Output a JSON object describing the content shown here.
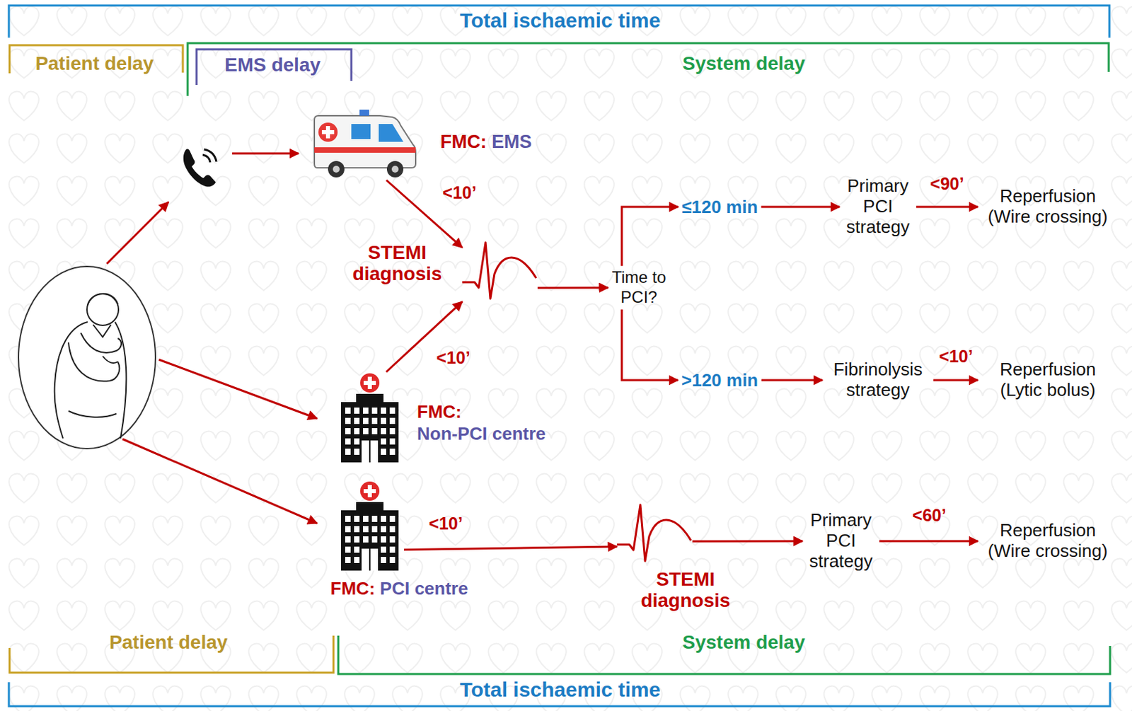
{
  "diagram": {
    "nodes": [
      {
        "text": [
          "FMC:",
          "EMS"
        ]
      },
      {
        "text": [
          "STEMI diagnosis"
        ]
      },
      {
        "text": [
          "FMC:",
          "Non-PCI centre"
        ]
      },
      {
        "text": [
          "Time to PCI?"
        ]
      },
      {
        "text": [
          "≤120 min"
        ]
      },
      {
        "text": [
          "Primary PCI strategy"
        ]
      },
      {
        "text": [
          "Reperfusion (Wire crossing)"
        ]
      },
      {
        "text": [
          ">120 min"
        ]
      },
      {
        "text": [
          "Fibrinolysis strategy"
        ]
      },
      {
        "text": [
          "Reperfusion (Lytic bolus)"
        ]
      },
      {
        "text": [
          "FMC:",
          "PCI centre"
        ]
      },
      {
        "text": [
          "STEMI diagnosis"
        ]
      },
      {
        "text": [
          "Primary PCI strategy"
        ]
      },
      {
        "text": [
          "Reperfusion (Wire crossing)"
        ]
      }
    ],
    "edges": [
      {
        "from": 0,
        "to": 1,
        "label": "<10’",
        "arrow": "to"
      },
      {
        "from": 2,
        "to": 1,
        "label": "<10’",
        "arrow": "to"
      },
      {
        "from": 1,
        "to": 3,
        "arrow": "to"
      },
      {
        "from": 3,
        "to": 4,
        "arrow": "to"
      },
      {
        "from": 4,
        "to": 5,
        "arrow": "to"
      },
      {
        "from": 5,
        "to": 6,
        "label": "<90’",
        "arrow": "to"
      },
      {
        "from": 3,
        "to": 7,
        "arrow": "to"
      },
      {
        "from": 7,
        "to": 8,
        "arrow": "to"
      },
      {
        "from": 8,
        "to": 9,
        "label": "<10’",
        "arrow": "to"
      },
      {
        "from": 10,
        "to": 11,
        "label": "<10’",
        "arrow": "to"
      },
      {
        "from": 11,
        "to": 12,
        "arrow": "to"
      },
      {
        "from": 12,
        "to": 13,
        "label": "<60’",
        "arrow": "to"
      }
    ],
    "labels": [
      "Total ischaemic time",
      "Patient delay",
      "EMS delay",
      "System delay",
      "Patient delay",
      "System delay",
      "Total ischaemic time"
    ]
  }
}
